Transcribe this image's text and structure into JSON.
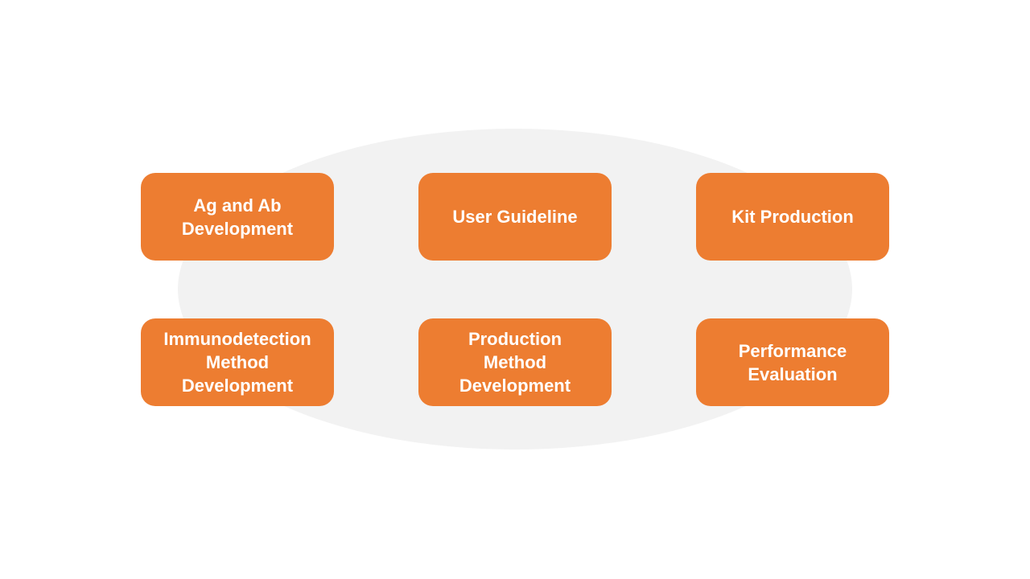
{
  "colors": {
    "box_fill": "#ed7d31",
    "box_text": "#ffffff",
    "backdrop": "#f2f2f2",
    "page_background": "#ffffff"
  },
  "boxes": [
    {
      "label": "Ag and Ab\nDevelopment"
    },
    {
      "label": "User Guideline"
    },
    {
      "label": "Kit Production"
    },
    {
      "label": "Immunodetection\nMethod\nDevelopment"
    },
    {
      "label": "Production\nMethod\nDevelopment"
    },
    {
      "label": "Performance\nEvaluation"
    }
  ]
}
